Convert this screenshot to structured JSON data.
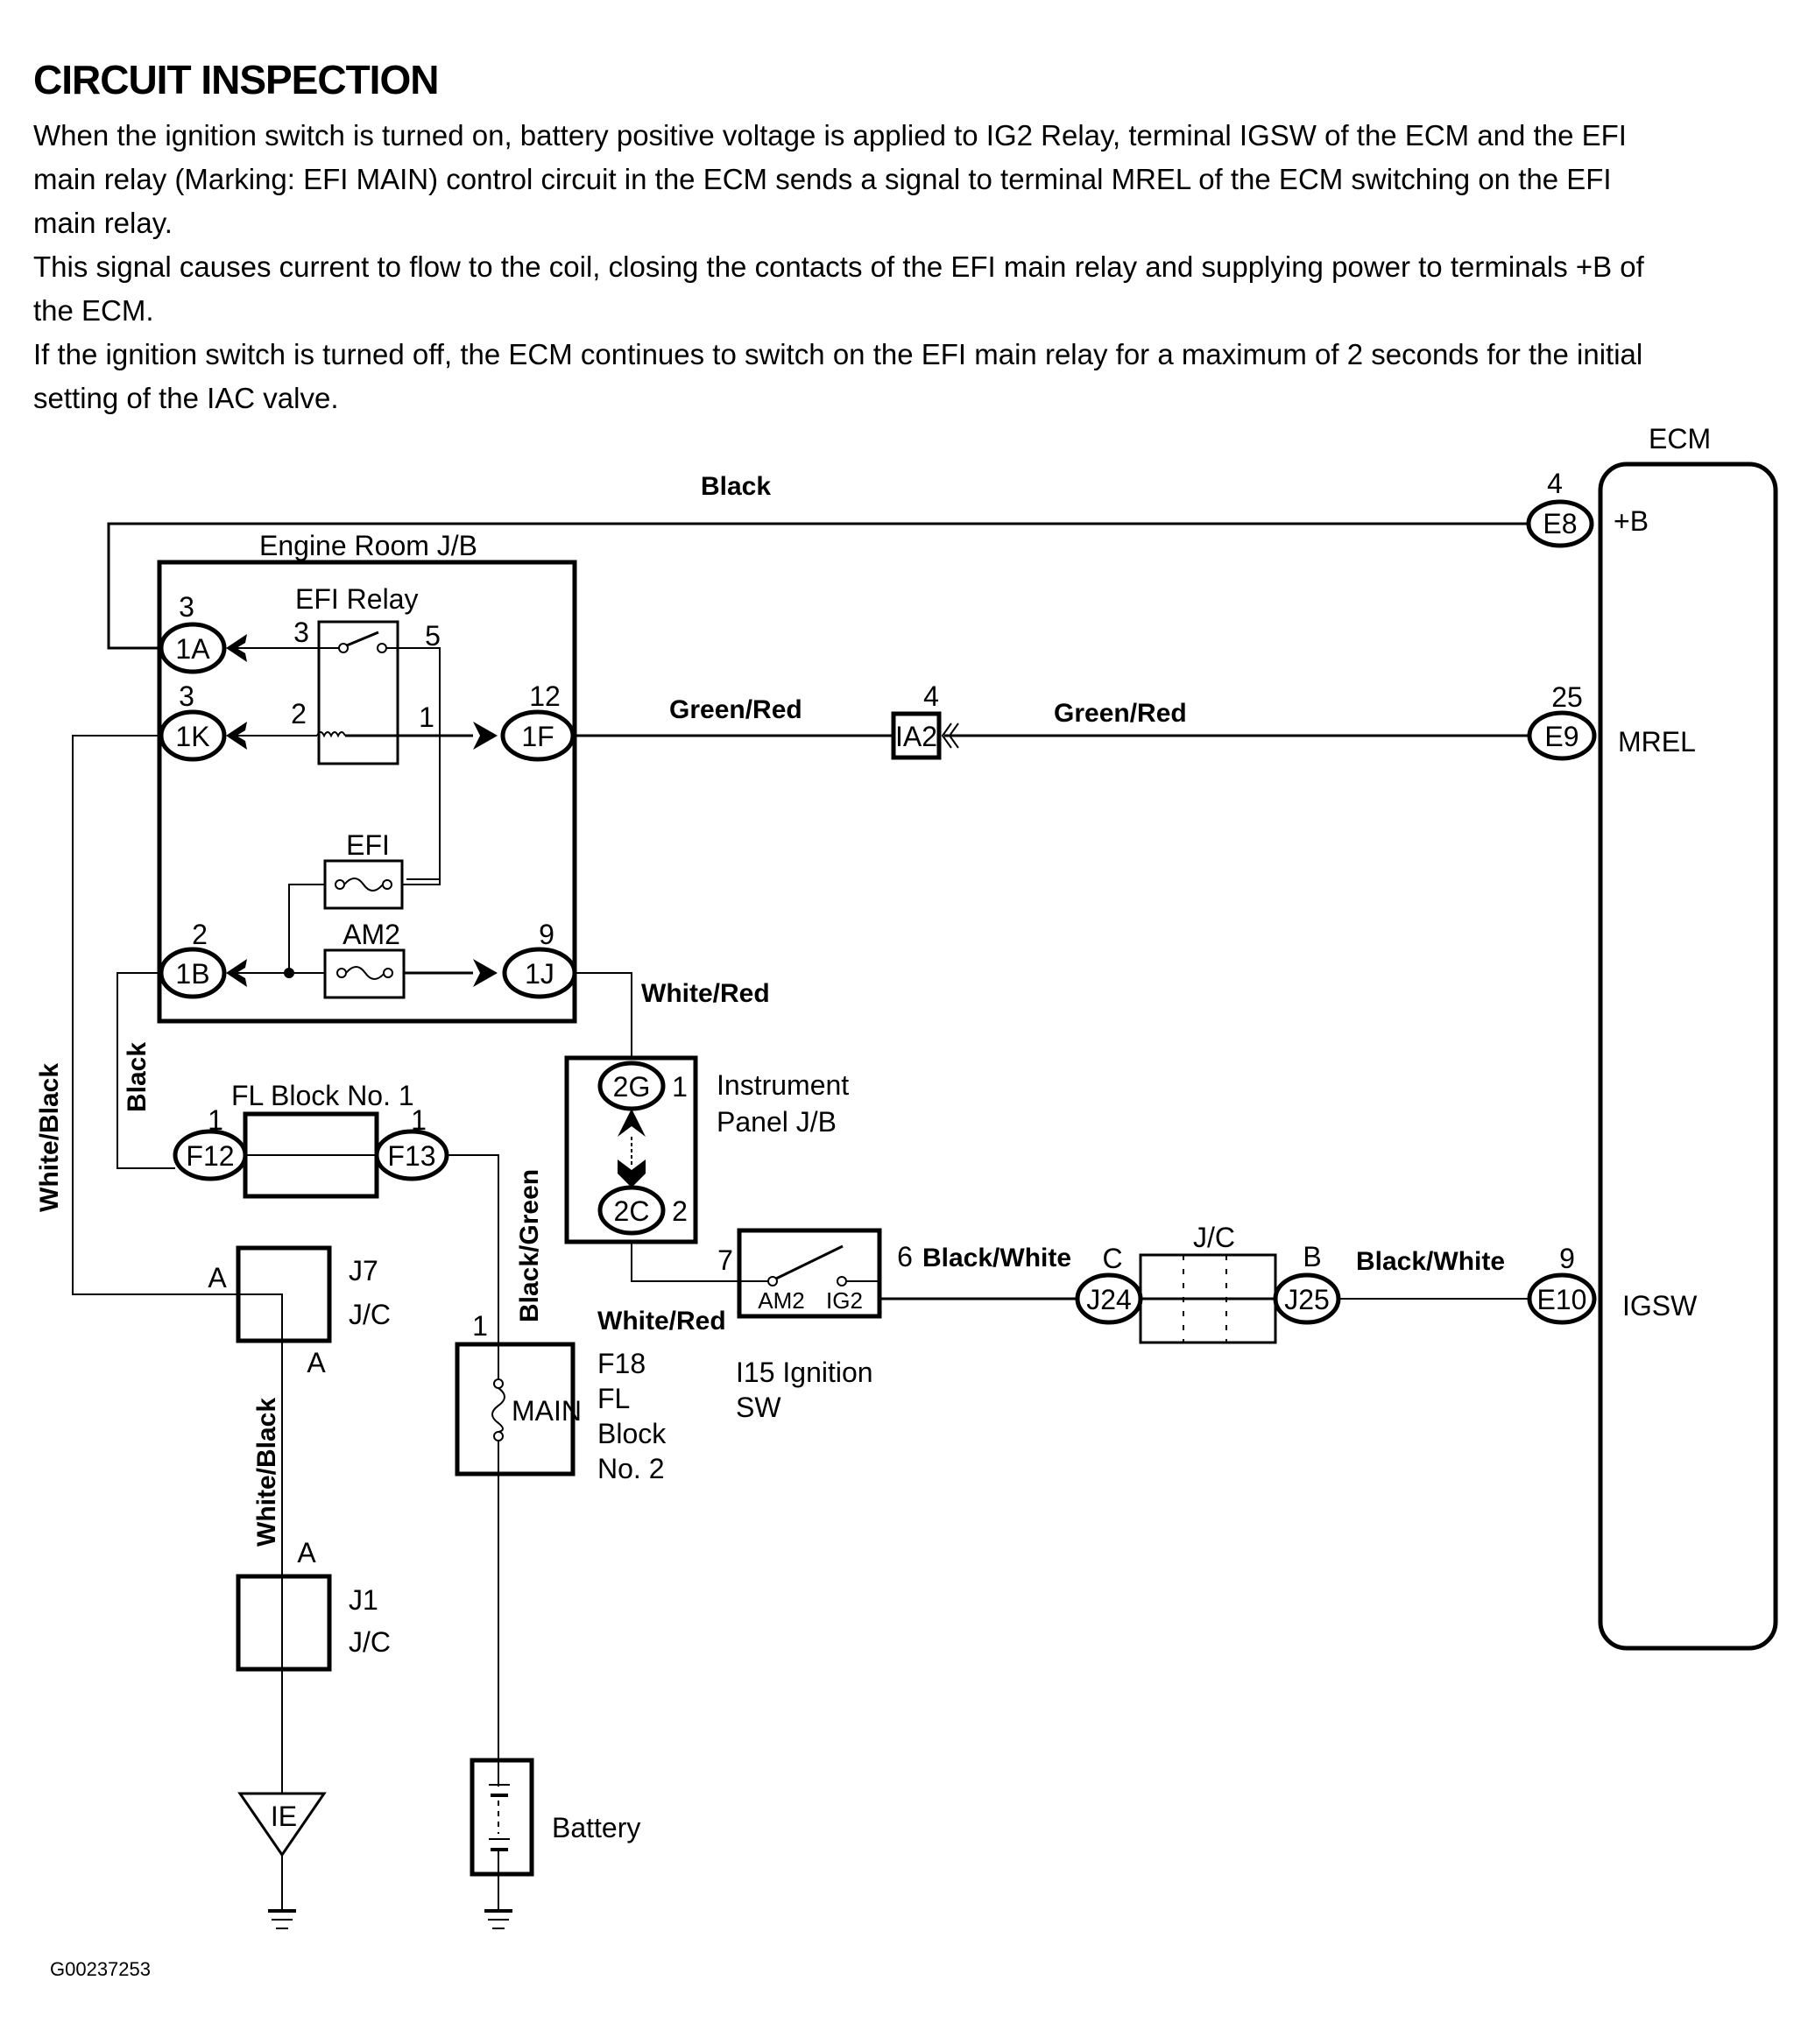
{
  "heading": "CIRCUIT INSPECTION",
  "paragraphs": [
    "When the ignition switch is turned on, battery positive voltage is applied to IG2 Relay, terminal IGSW of the ECM and the EFI main relay (Marking: EFI MAIN) control circuit in the ECM sends a signal to terminal MREL of the ECM switching on the EFI main relay.",
    "This signal causes current to flow to the coil, closing the contacts of the EFI main relay and supplying power to terminals +B of the ECM.",
    "If the ignition switch is turned off, the ECM continues to switch on the EFI main relay for a maximum of 2 seconds for the initial setting of the IAC valve."
  ],
  "diagram": {
    "ecm": {
      "title": "ECM",
      "terminals": [
        {
          "connector": "E8",
          "pin": "4",
          "name": "+B"
        },
        {
          "connector": "E9",
          "pin": "25",
          "name": "MREL"
        },
        {
          "connector": "E10",
          "pin": "9",
          "name": "IGSW"
        }
      ]
    },
    "engine_room_jb": {
      "title": "Engine Room J/B",
      "efi_relay": {
        "title": "EFI Relay",
        "pins": {
          "switch_in": "3",
          "switch_out": "5",
          "coil_in": "2",
          "coil_out": "1"
        }
      },
      "fuses": [
        {
          "name": "EFI"
        },
        {
          "name": "AM2"
        }
      ],
      "connectors": [
        {
          "id": "1A",
          "pin": "3"
        },
        {
          "id": "1K",
          "pin": "3"
        },
        {
          "id": "1F",
          "pin": "12"
        },
        {
          "id": "1B",
          "pin": "2"
        },
        {
          "id": "1J",
          "pin": "9"
        }
      ]
    },
    "ia2_connector": {
      "id": "IA2",
      "pin": "4"
    },
    "instrument_panel_jb": {
      "title_line1": "Instrument",
      "title_line2": "Panel J/B",
      "connectors": [
        {
          "id": "2G",
          "pin": "1"
        },
        {
          "id": "2C",
          "pin": "2"
        }
      ]
    },
    "ignition_switch": {
      "id_line1": "I15  Ignition",
      "id_line2": "SW",
      "pin_in": "7",
      "pin_out": "6",
      "contact_in": "AM2",
      "contact_out": "IG2"
    },
    "jc_block": {
      "title": "J/C",
      "connectors": [
        {
          "id": "J24",
          "pin": "C"
        },
        {
          "id": "J25",
          "pin": "B"
        }
      ]
    },
    "fl_block_1": {
      "title": "FL Block No. 1",
      "connectors": [
        {
          "id": "F12",
          "pin": "1"
        },
        {
          "id": "F13",
          "pin": "1"
        }
      ]
    },
    "fl_block_2": {
      "fuse": "MAIN",
      "pin": "1",
      "label_lines": [
        "F18",
        "FL",
        "Block",
        "No. 2"
      ]
    },
    "j7_jc": {
      "line1": "J7",
      "line2": "J/C",
      "pin_in": "A",
      "pin_out": "A"
    },
    "j1_jc": {
      "line1": "J1",
      "line2": "J/C",
      "pin_in": "A"
    },
    "ground": {
      "label": "IE"
    },
    "battery": {
      "label": "Battery"
    },
    "wire_colors": {
      "top_black": "Black",
      "green_red_1": "Green/Red",
      "green_red_2": "Green/Red",
      "white_red_1": "White/Red",
      "white_red_2": "White/Red",
      "black_white_1": "Black/White",
      "black_white_2": "Black/White",
      "white_black_1": "White/Black",
      "white_black_2": "White/Black",
      "black_vertical": "Black",
      "black_green": "Black/Green"
    },
    "figure_id": "G00237253"
  }
}
